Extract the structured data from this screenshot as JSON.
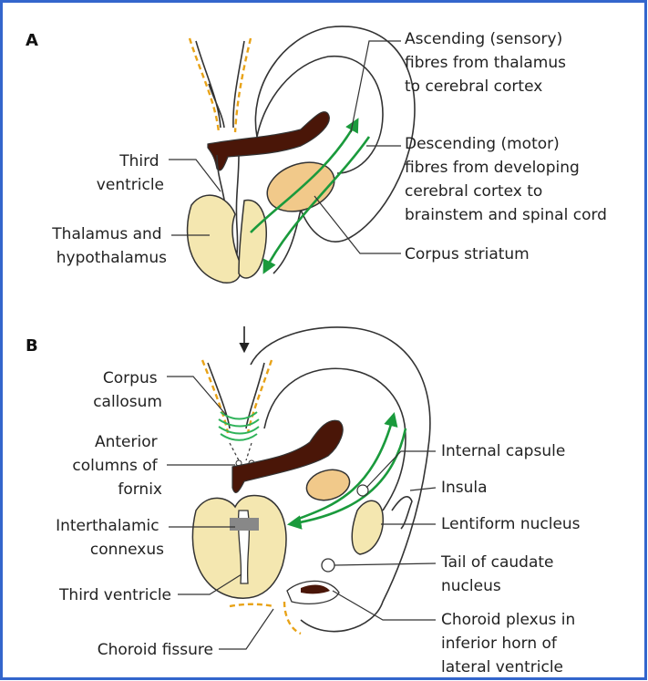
{
  "colors": {
    "frame_border": "#3366cc",
    "thalamus_fill": "#f4e7b0",
    "striatum_fill": "#f1c98a",
    "ventricle_fill": "#4a1608",
    "fiber_green": "#1a9a3c",
    "dashed_orange": "#e8a318",
    "callosum_green": "#2fb35a"
  },
  "panel_a": {
    "letter": "A",
    "labels": {
      "ascending": [
        "Ascending (sensory)",
        "fibres from thalamus",
        "to cerebral cortex"
      ],
      "descending": [
        "Descending (motor)",
        "fibres from developing",
        "cerebral cortex to",
        "brainstem and spinal cord"
      ],
      "third_ventricle": [
        "Third",
        "ventricle"
      ],
      "thalamus": [
        "Thalamus and",
        "hypothalamus"
      ],
      "corpus_striatum": [
        "Corpus striatum"
      ]
    }
  },
  "panel_b": {
    "letter": "B",
    "labels": {
      "corpus_callosum": [
        "Corpus",
        "callosum"
      ],
      "anterior_columns": [
        "Anterior",
        "columns of",
        "fornix"
      ],
      "interthalamic": [
        "Interthalamic",
        "connexus"
      ],
      "third_ventricle": [
        "Third ventricle"
      ],
      "choroid_fissure": [
        "Choroid fissure"
      ],
      "internal_capsule": [
        "Internal capsule"
      ],
      "insula": [
        "Insula"
      ],
      "lentiform": [
        "Lentiform nucleus"
      ],
      "tail_caudate": [
        "Tail of caudate",
        "nucleus"
      ],
      "choroid_plexus": [
        "Choroid plexus in",
        "inferior horn of",
        "lateral ventricle"
      ]
    }
  }
}
